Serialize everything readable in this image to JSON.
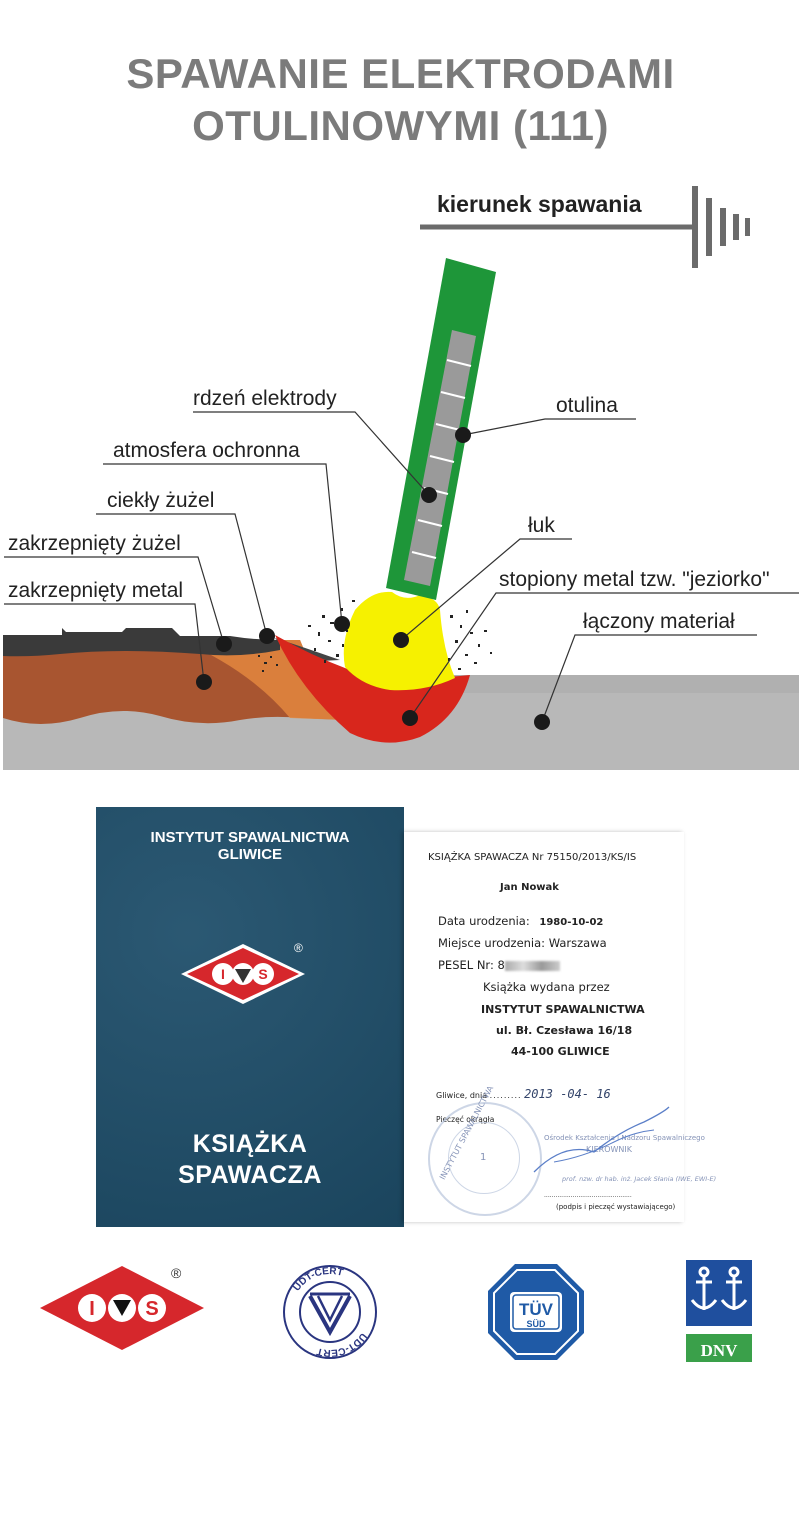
{
  "title": {
    "line1": "SPAWANIE ELEKTRODAMI",
    "line2": "OTULINOWYMI (111)"
  },
  "diagram": {
    "direction_label": "kierunek spawania",
    "labels": {
      "core": "rdzeń elektrody",
      "coating": "otulina",
      "shield": "atmosfera ochronna",
      "liquid_slag": "ciekły żużel",
      "arc": "łuk",
      "solid_slag": "zakrzepnięty żużel",
      "pool": "stopiony metal tzw. \"jeziorko\"",
      "solid_metal": "zakrzepnięty metal",
      "base": "łączony materiał"
    },
    "colors": {
      "coating": "#1e9639",
      "core": "#9a9a9a",
      "arc": "#f6f100",
      "pool": "#d8261c",
      "weld": "#c0663c",
      "base": "#b5b5b5",
      "slag": "#2a2a2a"
    }
  },
  "book": {
    "institute_line1": "INSTYTUT SPAWALNICTWA",
    "institute_line2": "GLIWICE",
    "logo_left": "I",
    "logo_right": "S",
    "registered": "®",
    "title_line1": "KSIĄŻKA",
    "title_line2": "SPAWACZA"
  },
  "document": {
    "header": "KSIĄŻKA SPAWACZA Nr 75150/2013/KS/IS",
    "name": "Jan Nowak",
    "birth_date_label": "Data urodzenia:",
    "birth_date": "1980-10-02",
    "birth_place_label": "Miejsce urodzenia:",
    "birth_place": "Warszawa",
    "pesel_label": "PESEL Nr:",
    "pesel_first": "8",
    "issued_by": "Książka wydana przez",
    "issuer": "INSTYTUT SPAWALNICTWA",
    "street": "ul. Bł. Czesława 16/18",
    "city": "44-100 GLIWICE",
    "date_label": "Gliwice, dnia",
    "date_value": "2013 -04- 16",
    "stamp_label": "Pieczęć okrągła",
    "stamp_text": "INSTYTUT SPAWALNICTWA",
    "stamp_number": "1",
    "office": "Ośrodek Kształcenia i Nadzoru Spawalniczego",
    "role": "KIEROWNIK",
    "signer": "prof. nzw. dr hab. inż. Jacek Słania (IWE, EWI-E)",
    "signature_caption": "(podpis i pieczęć wystawiającego)"
  },
  "logos": {
    "ios": {
      "left": "I",
      "right": "S",
      "registered": "®"
    },
    "udt": {
      "ring_top": "UDT-CERT",
      "ring_bottom": "UDT-CERT"
    },
    "tuv": {
      "top": "TÜV",
      "bottom": "SÜD"
    },
    "dnv": {
      "text": "DNV"
    }
  }
}
